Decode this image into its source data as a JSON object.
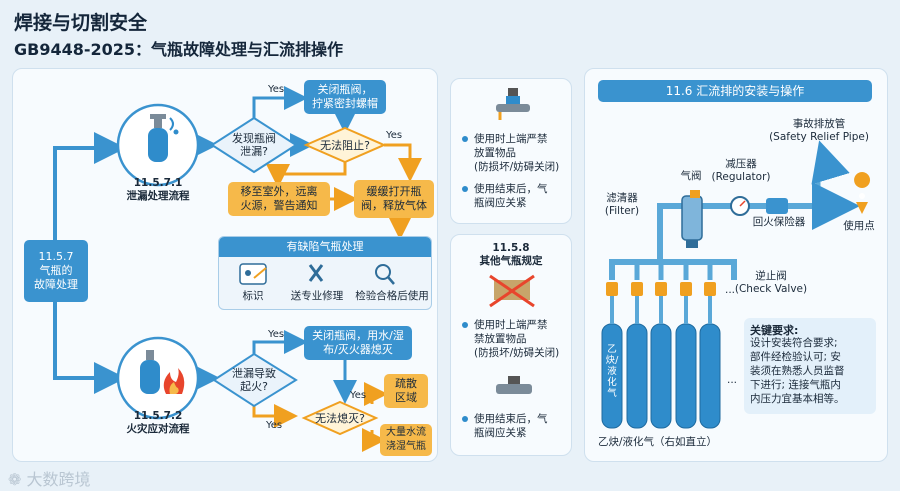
{
  "header": {
    "title": "焊接与切割安全",
    "subtitle": "GB9448-2025：气瓶故障处理与汇流排操作"
  },
  "main": {
    "root_label": "11.5.7\n气瓶的\n故障处理",
    "leak": {
      "caption": "11.5.7.1\n泄漏处理流程",
      "decision1": "发现瓶阀\n泄漏?",
      "yes1": "Yes",
      "action_close": "关闭瓶阀，\n拧紧密封螺帽",
      "decision2": "无法阻止?",
      "yes2": "Yes",
      "action_move": "移至室外，远离\n火源，警告通知",
      "action_release": "缓缓打开瓶\n阀，释放气体",
      "defect_title": "有缺陷气瓶处理",
      "defect_steps": [
        "标识",
        "送专业修理",
        "检验合格后使用"
      ]
    },
    "fire": {
      "caption": "11.5.7.2\n火灾应对流程",
      "decision1": "泄漏导致\n起火?",
      "yes1": "Yes",
      "action_close": "关闭瓶阀，用水/湿\n布/灭火器熄灭",
      "decision2": "无法熄灭?",
      "yes2": "Yes",
      "yes3": "Yes",
      "action_evacuate": "疏散\n区域",
      "action_cool": "大量水流\n浇湿气瓶"
    }
  },
  "middle": {
    "top_bullets": [
      "使用时上端严禁\n放置物品\n(防损坏/妨碍关闭)",
      "使用结束后，气\n瓶阀应关紧"
    ],
    "other_title": "11.5.8\n其他气瓶规定",
    "bottom_bullets": [
      "使用时上端严禁\n禁放置物品\n(防损坏/妨碍关闭)",
      "使用结束后，气\n瓶阀应关紧"
    ]
  },
  "manifold": {
    "title": "11.6 汇流排的安装与操作",
    "relief_label": "事故排放管\n(Safety Relief Pipe)",
    "regulator_label": "减压器\n(Regulator)",
    "valve_label": "气阀",
    "filter_label": "滤清器\n(Filter)",
    "flashback_label": "回火保险器",
    "use_point_label": "使用点",
    "check_valve_label": "逆止阀\n(Check Valve)",
    "ellipsis": "...",
    "cylinder_text": "乙炔/液化气",
    "cylinders_caption": "乙炔/液化气（右如直立）",
    "requirements_title": "关键要求:",
    "requirements_text": "设计安装符合要求;\n部件经检验认可; 安\n装须在熟悉人员监督\n下进行; 连接气瓶内\n内压力宜基本相等。"
  },
  "watermark": "大数跨境",
  "colors": {
    "primary": "#3a93cf",
    "accent": "#f6b94a",
    "danger": "#e8452c"
  }
}
